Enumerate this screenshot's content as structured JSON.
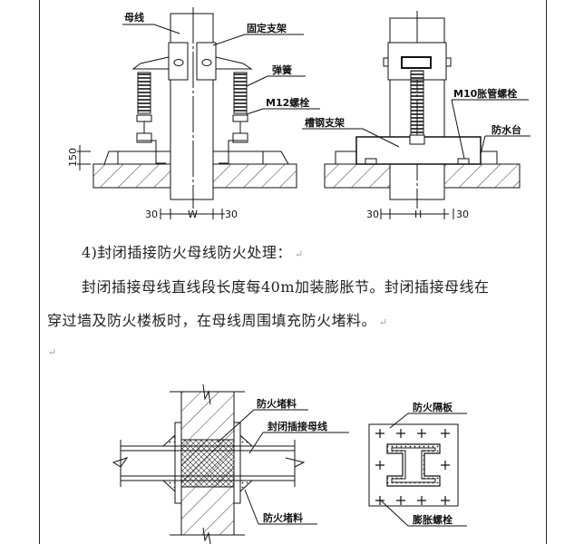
{
  "figure_top": {
    "left": {
      "label_busbar": "母线",
      "label_fixed_bracket": "固定支架",
      "label_spring": "弹簧",
      "label_bolt": "M12螺栓",
      "dim_left": "30",
      "dim_width": "W",
      "dim_right": "30",
      "dim_height": "150"
    },
    "right": {
      "label_anchor_bolt": "M10胀管螺栓",
      "label_channel_bracket": "槽钢支架",
      "label_waterproof_curb": "防水台",
      "dim_left": "30",
      "dim_height": "H",
      "dim_right": "30"
    }
  },
  "text": {
    "heading": "4)封闭插接防火母线防火处理：",
    "para_line1": "封闭插接母线直线段长度每40m加装膨胀节。封闭插接母线在",
    "para_line2": "穿过墙及防火楼板时，在母线周围填充防火堵料。",
    "para_mark": "↵"
  },
  "figure_bottom": {
    "left": {
      "label_fire_sealant_top": "防火堵料",
      "label_busway": "封闭插接母线",
      "label_fire_sealant_bottom": "防火堵料"
    },
    "right": {
      "label_fire_barrier": "防火隔板",
      "label_expansion_bolt": "膨胀螺栓"
    }
  }
}
